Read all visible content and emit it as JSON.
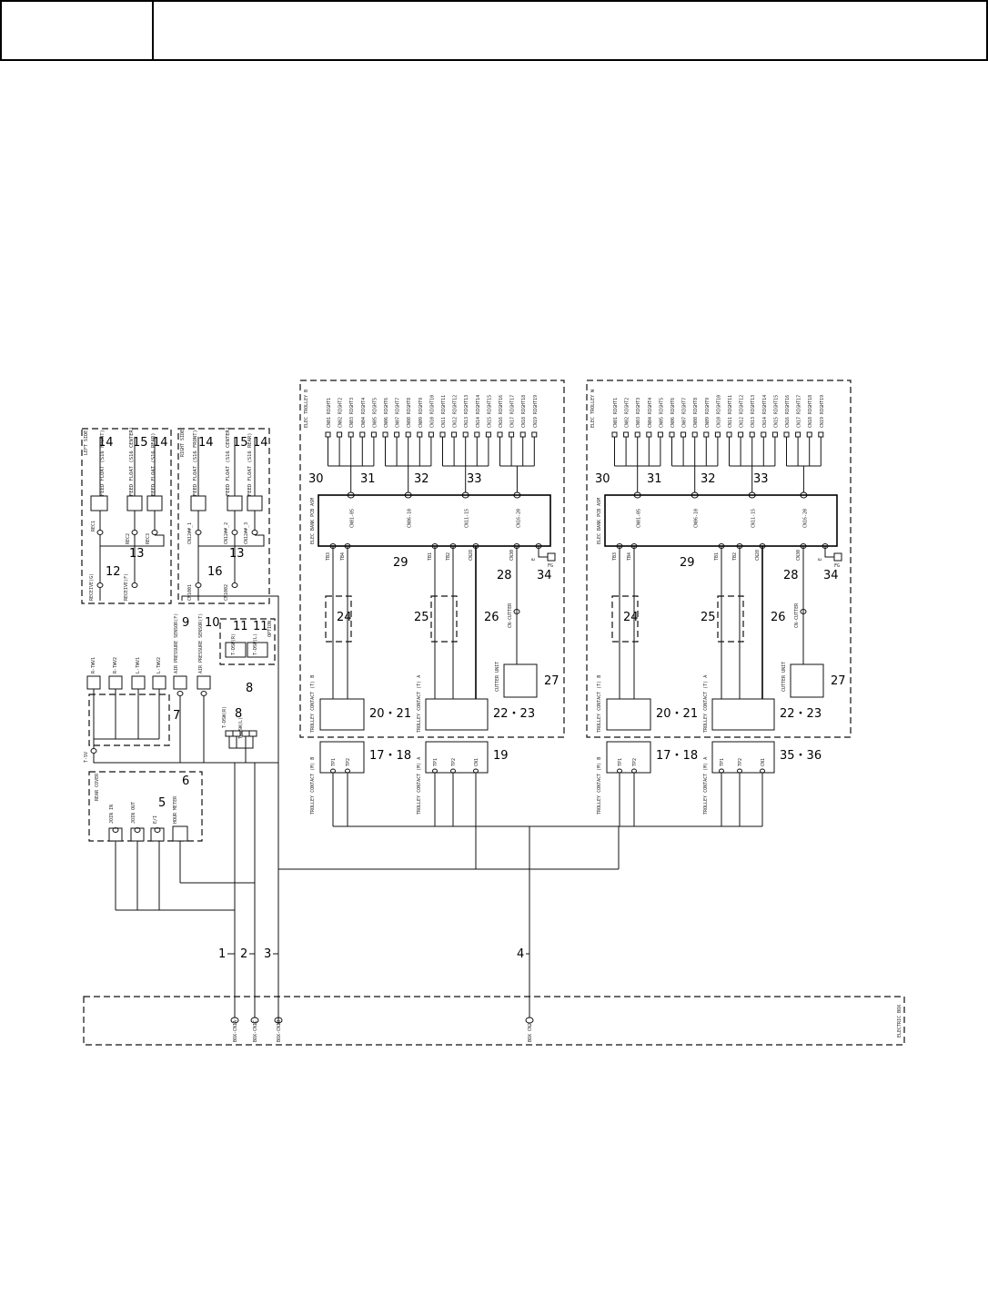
{
  "header": {
    "left_cell": "",
    "right_cell": ""
  },
  "left_side": {
    "box_title": "LEFT SIDE",
    "numbers": [
      "14",
      "15",
      "14",
      "13",
      "12"
    ],
    "components": [
      "FEED FLOAT (S16 FRONT)",
      "FEED FLOAT (S16 CENTER)",
      "FEED FLOAT (S16 REAR)"
    ],
    "connectors": [
      "REC1",
      "REC2",
      "REC3",
      "RECEIVE(G)",
      "RECEIVE(F)"
    ]
  },
  "right_side": {
    "box_title": "RIGHT SIDE",
    "numbers": [
      "14",
      "15",
      "14",
      "13",
      "16"
    ],
    "components": [
      "FEED FLOAT (S16 FRONT)",
      "FEED FLOAT (S16 CENTER)",
      "FEED FLOAT (S16 REAR)"
    ],
    "connectors": [
      "CN12##_1",
      "CN12##_2",
      "CN12##_3",
      "CN1001",
      "CN1002"
    ]
  },
  "valves": {
    "labels": [
      "R-TWV1",
      "R-TWV2",
      "L-TWV1",
      "L-TWV2"
    ],
    "group_number": "7",
    "tsv_label": "T-SV"
  },
  "sensors": {
    "items": [
      {
        "number": "9",
        "label": "AIR PRESSURE SENSOR(F)"
      },
      {
        "number": "10",
        "label": "AIR PRESSURE SENSOR(T)"
      }
    ],
    "switch_number": "8",
    "switch_labels": [
      "T-DSW(R)",
      "T-DSW(L)"
    ]
  },
  "option": {
    "title": "OPTION",
    "numbers": [
      "11",
      "11"
    ],
    "labels": [
      "T-DSW(R)",
      "T-DSW(L)"
    ]
  },
  "rear_cover": {
    "title": "REAR COVER",
    "number_5": "5",
    "number_6": "6",
    "items": [
      "JOIN IN",
      "JOIN OUT",
      "E/I",
      "HOUR METER"
    ]
  },
  "trolley_b": {
    "title": "ELEC TROLLEY B",
    "cn_labels": [
      "CN01 RIGHT1",
      "CN02 RIGHT2",
      "CN03 RIGHT3",
      "CN04 RIGHT4",
      "CN05 RIGHT5",
      "CN06 RIGHT6",
      "CN07 RIGHT7",
      "CN08 RIGHT8",
      "CN09 RIGHT9",
      "CN10 RIGHT10",
      "CN11 RIGHT11",
      "CN12 RIGHT12",
      "CN13 RIGHT13",
      "CN14 RIGHT14",
      "CN15 RIGHT15",
      "CN16 RIGHT16",
      "CN17 RIGHT17",
      "CN18 RIGHT18",
      "CN19 RIGHT19"
    ],
    "group_numbers": [
      "30",
      "31",
      "32",
      "33"
    ],
    "pcb_label": "ELEC BANK PCB ASM",
    "pcb_ports": [
      "CN01-05",
      "CN06-10",
      "CN11-15",
      "CN16-20"
    ],
    "pcb_number": "29",
    "lower_ports": [
      "TB3",
      "TB4",
      "TB1",
      "TB2",
      "CN28",
      "CN30",
      "E"
    ],
    "n24": "24",
    "n25": "25",
    "n26": "26",
    "n27": "27",
    "n28": "28",
    "n34": "34",
    "fg_label": "FG",
    "cutter_connector": "CN-CUTTER",
    "cutter_unit": "CUTTER UNIT",
    "contact_b": "TROLLEY CONTACT (T) B",
    "contact_a": "TROLLEY CONTACT (T) A",
    "contact_b_ports": [
      "TP1",
      "TP2"
    ],
    "contact_a_ports": [
      "TP1",
      "TP2",
      "CN1"
    ],
    "contact_b_num": "20・21",
    "contact_a_num": "22・23"
  },
  "trolley_w": {
    "title": "ELEC TROLLEY W",
    "cn_labels": [
      "CN01 RIGHT1",
      "CN02 RIGHT2",
      "CN03 RIGHT3",
      "CN04 RIGHT4",
      "CN05 RIGHT5",
      "CN06 RIGHT6",
      "CN07 RIGHT7",
      "CN08 RIGHT8",
      "CN09 RIGHT9",
      "CN10 RIGHT10",
      "CN11 RIGHT11",
      "CN12 RIGHT12",
      "CN13 RIGHT13",
      "CN14 RIGHT14",
      "CN15 RIGHT15",
      "CN16 RIGHT16",
      "CN17 RIGHT17",
      "CN18 RIGHT18",
      "CN19 RIGHT19"
    ],
    "group_numbers": [
      "30",
      "31",
      "32",
      "33"
    ],
    "pcb_label": "ELEC BANK PCB ASM",
    "pcb_ports": [
      "CN01-05",
      "CN06-10",
      "CN11-15",
      "CN16-20"
    ],
    "pcb_number": "29",
    "lower_ports": [
      "TB3",
      "TB4",
      "TB1",
      "TB2",
      "CN28",
      "CN30",
      "E"
    ],
    "n24": "24",
    "n25": "25",
    "n26": "26",
    "n27": "27",
    "n28": "28",
    "n34": "34",
    "fg_label": "FG",
    "cutter_connector": "CN-CUTTER",
    "cutter_unit": "CUTTER UNIT",
    "contact_b": "TROLLEY CONTACT (T) B",
    "contact_a": "TROLLEY CONTACT (T) A",
    "contact_b_ports": [
      "TP1",
      "TP2"
    ],
    "contact_a_ports": [
      "TP1",
      "TP2",
      "CN1"
    ],
    "contact_b_num": "20・21",
    "contact_a_num": "22・23"
  },
  "machine_contacts": [
    {
      "label": "TROLLEY CONTACT (M) B",
      "ports": [
        "TP1",
        "TP2"
      ],
      "number": "17・18"
    },
    {
      "label": "TROLLEY CONTACT (M) A",
      "ports": [
        "TP1",
        "TP2",
        "CN1"
      ],
      "number": "19"
    },
    {
      "label": "TROLLEY CONTACT (M) B",
      "ports": [
        "TP1",
        "TP2"
      ],
      "number": "17・18"
    },
    {
      "label": "TROLLEY CONTACT (M) A",
      "ports": [
        "TP1",
        "TP2",
        "CN1"
      ],
      "number": "35・36"
    }
  ],
  "harness_numbers": [
    "1",
    "2",
    "3",
    "4"
  ],
  "electric_box": {
    "title": "ELECTRIC BOX",
    "connectors": [
      "BOX-CN1A",
      "BOX-CN1C",
      "BOX-CN1B",
      "BOX CN2"
    ]
  }
}
